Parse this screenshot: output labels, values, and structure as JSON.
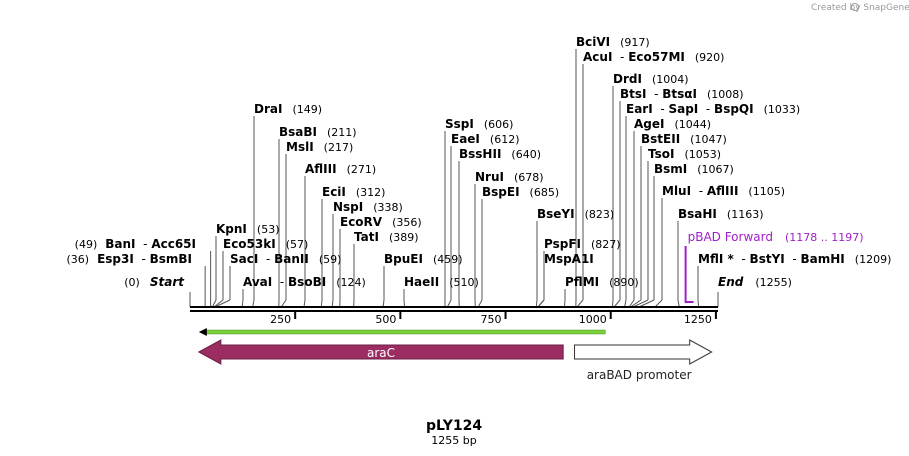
{
  "credit": "Created by SnapGene",
  "plasmid": {
    "name": "pLY124",
    "length_label": "1255 bp",
    "length": 1255
  },
  "colors": {
    "arac": "#9b2d63",
    "promoter_fill": "#ffffff",
    "orf": "#7ccf3c",
    "primer": "#a020c8",
    "backbone": "#000000"
  },
  "scale_ticks": [
    250,
    500,
    750,
    1000,
    1250
  ],
  "ends": [
    {
      "name": "Start",
      "pos_label": "(0)",
      "pos": 0
    },
    {
      "name": "End",
      "pos_label": "(1255)",
      "pos": 1255
    }
  ],
  "sites": [
    {
      "names": [
        "BanI",
        "Acc65I"
      ],
      "pos": 49,
      "pos_label": "(49)"
    },
    {
      "names": [
        "Esp3I",
        "BsmBI"
      ],
      "pos": 36,
      "pos_label": "(36)"
    },
    {
      "names": [
        "KpnI"
      ],
      "pos": 53,
      "pos_label": "(53)"
    },
    {
      "names": [
        "Eco53kI"
      ],
      "pos": 57,
      "pos_label": "(57)"
    },
    {
      "names": [
        "SacI",
        "BanII"
      ],
      "pos": 59,
      "pos_label": "(59)"
    },
    {
      "names": [
        "AvaI",
        "BsoBI"
      ],
      "pos": 124,
      "pos_label": "(124)"
    },
    {
      "names": [
        "DraI"
      ],
      "pos": 149,
      "pos_label": "(149)"
    },
    {
      "names": [
        "BsaBI"
      ],
      "pos": 211,
      "pos_label": "(211)"
    },
    {
      "names": [
        "MslI"
      ],
      "pos": 217,
      "pos_label": "(217)"
    },
    {
      "names": [
        "AflIII"
      ],
      "pos": 271,
      "pos_label": "(271)"
    },
    {
      "names": [
        "EciI"
      ],
      "pos": 312,
      "pos_label": "(312)"
    },
    {
      "names": [
        "NspI"
      ],
      "pos": 338,
      "pos_label": "(338)"
    },
    {
      "names": [
        "EcoRV"
      ],
      "pos": 356,
      "pos_label": "(356)"
    },
    {
      "names": [
        "TatI"
      ],
      "pos": 389,
      "pos_label": "(389)"
    },
    {
      "names": [
        "BpuEI"
      ],
      "pos": 459,
      "pos_label": "(459)"
    },
    {
      "names": [
        "HaeII"
      ],
      "pos": 510,
      "pos_label": "(510)"
    },
    {
      "names": [
        "SspI"
      ],
      "pos": 606,
      "pos_label": "(606)"
    },
    {
      "names": [
        "EaeI"
      ],
      "pos": 612,
      "pos_label": "(612)"
    },
    {
      "names": [
        "BssHII"
      ],
      "pos": 640,
      "pos_label": "(640)"
    },
    {
      "names": [
        "NruI"
      ],
      "pos": 678,
      "pos_label": "(678)"
    },
    {
      "names": [
        "BspEI"
      ],
      "pos": 685,
      "pos_label": "(685)"
    },
    {
      "names": [
        "BseYI"
      ],
      "pos": 823,
      "pos_label": "(823)"
    },
    {
      "names": [
        "PspFI"
      ],
      "pos": 827,
      "pos_label": "(827)"
    },
    {
      "names": [
        "MspA1I"
      ],
      "pos": 827,
      "pos_label": ""
    },
    {
      "names": [
        "PflMI"
      ],
      "pos": 890,
      "pos_label": "(890)"
    },
    {
      "names": [
        "BciVI"
      ],
      "pos": 917,
      "pos_label": "(917)"
    },
    {
      "names": [
        "AcuI",
        "Eco57MI"
      ],
      "pos": 920,
      "pos_label": "(920)"
    },
    {
      "names": [
        "DrdI"
      ],
      "pos": 1004,
      "pos_label": "(1004)"
    },
    {
      "names": [
        "BtsI",
        "BtsαI"
      ],
      "pos": 1008,
      "pos_label": "(1008)"
    },
    {
      "names": [
        "EarI",
        "SapI",
        "BspQI"
      ],
      "pos": 1033,
      "pos_label": "(1033)"
    },
    {
      "names": [
        "AgeI"
      ],
      "pos": 1044,
      "pos_label": "(1044)"
    },
    {
      "names": [
        "BstEII"
      ],
      "pos": 1047,
      "pos_label": "(1047)"
    },
    {
      "names": [
        "TsoI"
      ],
      "pos": 1053,
      "pos_label": "(1053)"
    },
    {
      "names": [
        "BsmI"
      ],
      "pos": 1067,
      "pos_label": "(1067)"
    },
    {
      "names": [
        "MluI",
        "AflIII"
      ],
      "pos": 1105,
      "pos_label": "(1105)"
    },
    {
      "names": [
        "BsaHI"
      ],
      "pos": 1163,
      "pos_label": "(1163)"
    },
    {
      "names": [
        "MflI *",
        "BstYI",
        "BamHI"
      ],
      "pos": 1209,
      "pos_label": "(1209)"
    }
  ],
  "primer": {
    "name": "pBAD Forward",
    "range_label": "(1178 .. 1197)",
    "start": 1178,
    "end": 1197
  },
  "features": [
    {
      "name": "araC",
      "start": 21,
      "end": 887,
      "direction": "reverse",
      "kind": "cds"
    },
    {
      "name": "araBAD promoter",
      "start": 914,
      "end": 1240,
      "direction": "forward",
      "kind": "promoter"
    }
  ],
  "orf": {
    "start": 21,
    "end": 987,
    "direction": "reverse"
  }
}
